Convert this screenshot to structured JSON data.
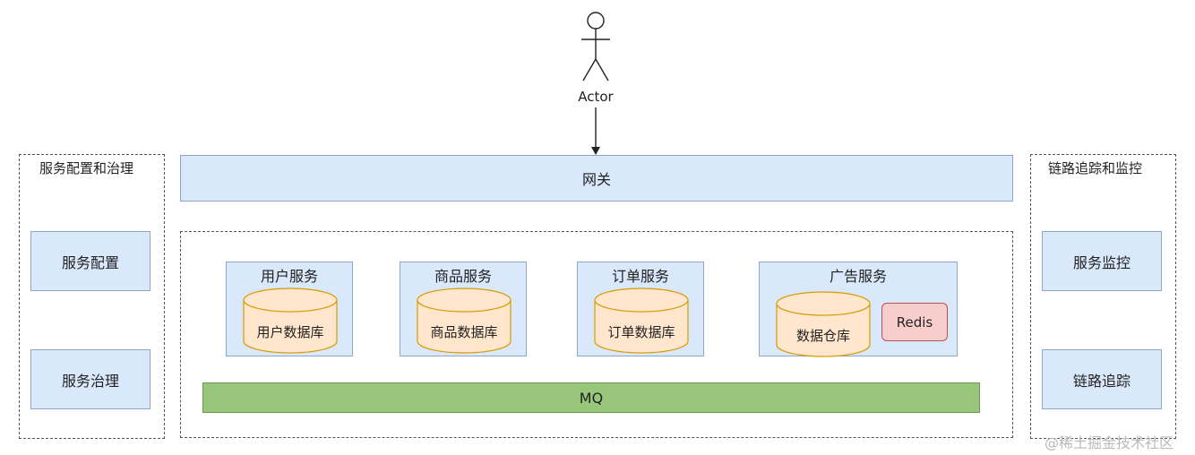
{
  "actor": {
    "label": "Actor"
  },
  "gateway": {
    "label": "网关"
  },
  "left_panel": {
    "title": "服务配置和治理",
    "items": [
      {
        "label": "服务配置"
      },
      {
        "label": "服务治理"
      }
    ]
  },
  "right_panel": {
    "title": "链路追踪和监控",
    "items": [
      {
        "label": "服务监控"
      },
      {
        "label": "链路追踪"
      }
    ]
  },
  "services": [
    {
      "title": "用户服务",
      "db": "用户数据库"
    },
    {
      "title": "商品服务",
      "db": "商品数据库"
    },
    {
      "title": "订单服务",
      "db": "订单数据库"
    },
    {
      "title": "广告服务",
      "db": "数据仓库",
      "cache": "Redis"
    }
  ],
  "mq": {
    "label": "MQ"
  },
  "watermark": "@稀土掘金技术社区",
  "colors": {
    "service_fill": "#dae8fc",
    "service_stroke": "#8ea6c9",
    "db_fill": "#ffe6cc",
    "db_stroke": "#d79b00",
    "redis_fill": "#f8cecc",
    "redis_stroke": "#b85450",
    "mq_fill": "#98c77b",
    "mq_stroke": "#6b9a4f"
  }
}
